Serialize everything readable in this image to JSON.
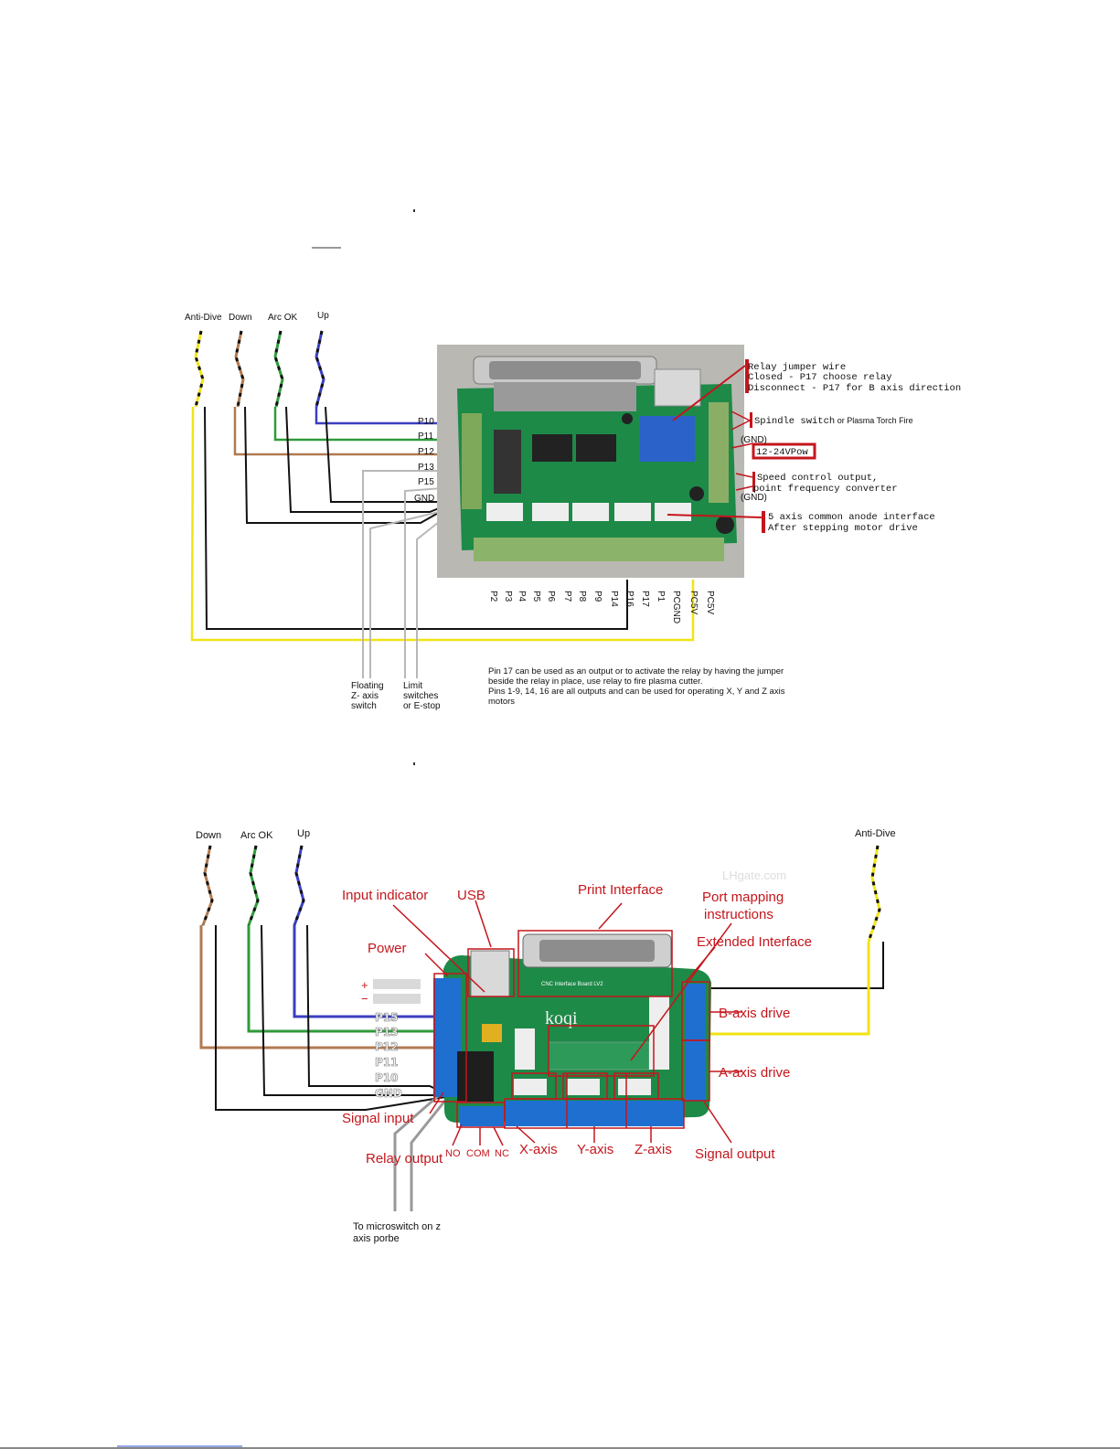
{
  "diagram1": {
    "wire_labels": [
      "Anti-Dive",
      "Down",
      "Arc OK",
      "Up"
    ],
    "input_pins": [
      "P10",
      "P11",
      "P12",
      "P13",
      "P15",
      "GND"
    ],
    "bottom_pins": [
      "P2",
      "P3",
      "P4",
      "P5",
      "P6",
      "P7",
      "P8",
      "P9",
      "P14",
      "P16",
      "P17",
      "P1",
      "PCGND",
      "PC5V",
      "PC5V"
    ],
    "annotations": {
      "relay_1": "Relay jumper wire",
      "relay_2": "Closed - P17 choose relay",
      "relay_3": "Disconnect - P17 for B axis direction",
      "spindle": "Spindle switch",
      "spindle_small": " or Plasma Torch Fire",
      "gnd_top": "(GND)",
      "power": "12-24VPow",
      "speed_1": "Speed control output,",
      "speed_2": "point frequency converter",
      "gnd_bottom": "(GND)",
      "anode_1": "5 axis common anode interface",
      "anode_2": "After stepping motor drive"
    },
    "floating_1": "Floating",
    "floating_2": "Z- axis",
    "floating_3": "switch",
    "limit_1": "Limit",
    "limit_2": "switches",
    "limit_3": "or E-stop",
    "note_1": "Pin 17 can be used as an output or to activate the relay by having the jumper",
    "note_2": "beside the relay in place, use relay to fire plasma cutter.",
    "note_3": "Pins 1-9, 14, 16 are all outputs and can be used for operating X, Y and Z axis",
    "note_4": "motors"
  },
  "diagram2": {
    "wire_labels": [
      "Down",
      "Arc OK",
      "Up",
      "Anti-Dive"
    ],
    "callouts": {
      "input_indicator": "Input indicator",
      "usb": "USB",
      "print_interface": "Print Interface",
      "port_mapping_1": "Port mapping",
      "port_mapping_2": "instructions",
      "extended_interface": "Extended Interface",
      "power": "Power",
      "b_axis": "B-axis drive",
      "a_axis": "A-axis drive",
      "signal_input": "Signal input",
      "relay_output": "Relay output",
      "no": "NO",
      "com": "COM",
      "nc": "NC",
      "x_axis": "X-axis",
      "y_axis": "Y-axis",
      "z_axis": "Z-axis",
      "signal_output": "Signal output"
    },
    "board_title": "CNC Interface Board LV2",
    "board_brand": "koqi",
    "plus": "+",
    "minus": "−",
    "input_pins": [
      "P15",
      "P13",
      "P12",
      "P11",
      "P10",
      "GND"
    ],
    "micro_1": "To microswitch on z",
    "micro_2": "axis porbe",
    "watermark": "LHgate.com"
  },
  "colors": {
    "wire_blue": "#3a3fbf",
    "wire_green": "#2f9a3a",
    "wire_brown": "#b07a50",
    "wire_yellow": "#f2e316",
    "wire_gray": "#b8b8b8",
    "annot_red": "#c4161c",
    "board_green": "#1d8a48",
    "terminal_blue": "#1f6fd1"
  }
}
